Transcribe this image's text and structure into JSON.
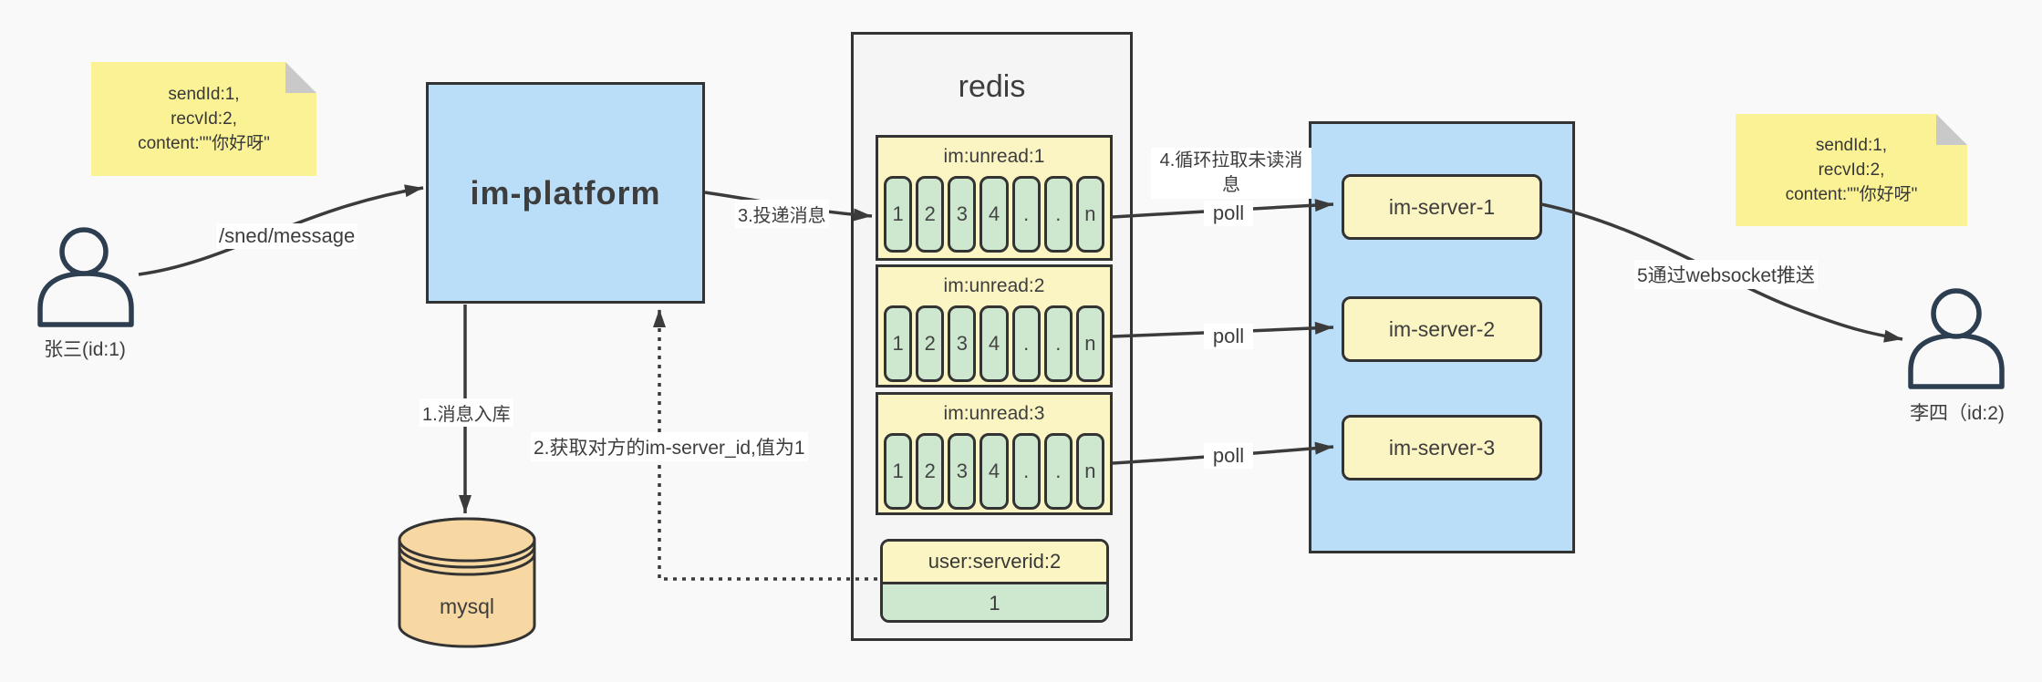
{
  "palette": {
    "background": "#f9f9f9",
    "note_yellow": "#faf295",
    "box_yellow": "#fbf5c4",
    "cell_green": "#cde8cf",
    "node_blue": "#badef8",
    "db_orange": "#f8d8a2",
    "container_gray": "#f5f5f5",
    "stroke_dark": "#333333",
    "arrow": "#3b3b3b",
    "actor_stroke": "#2c3e50"
  },
  "notes": {
    "left": {
      "lines": [
        "sendId:1,",
        "recvId:2,",
        "content:\"\"你好呀\""
      ]
    },
    "right": {
      "lines": [
        "sendId:1,",
        "recvId:2,",
        "content:\"\"你好呀\""
      ]
    }
  },
  "actors": {
    "sender": {
      "label": "张三(id:1)"
    },
    "receiver": {
      "label": "李四（id:2)"
    }
  },
  "platform": {
    "label": "im-platform"
  },
  "database": {
    "label": "mysql"
  },
  "edges": {
    "send_message": "/sned/message",
    "step1": "1.消息入库",
    "step2": "2.获取对方的im-server_id,值为1",
    "step3": "3.投递消息",
    "step4": "4.循环拉取未读消息",
    "step5": "5通过websocket推送",
    "poll": "poll"
  },
  "redis": {
    "title": "redis",
    "queues": [
      {
        "name": "im:unread:1",
        "cells": [
          "1",
          "2",
          "3",
          "4",
          ".",
          ".",
          "n"
        ]
      },
      {
        "name": "im:unread:2",
        "cells": [
          "1",
          "2",
          "3",
          "4",
          ".",
          ".",
          "n"
        ]
      },
      {
        "name": "im:unread:3",
        "cells": [
          "1",
          "2",
          "3",
          "4",
          ".",
          ".",
          "n"
        ]
      }
    ],
    "kv": {
      "key": "user:serverid:2",
      "value": "1"
    }
  },
  "servers": {
    "items": [
      {
        "label": "im-server-1"
      },
      {
        "label": "im-server-2"
      },
      {
        "label": "im-server-3"
      }
    ]
  }
}
